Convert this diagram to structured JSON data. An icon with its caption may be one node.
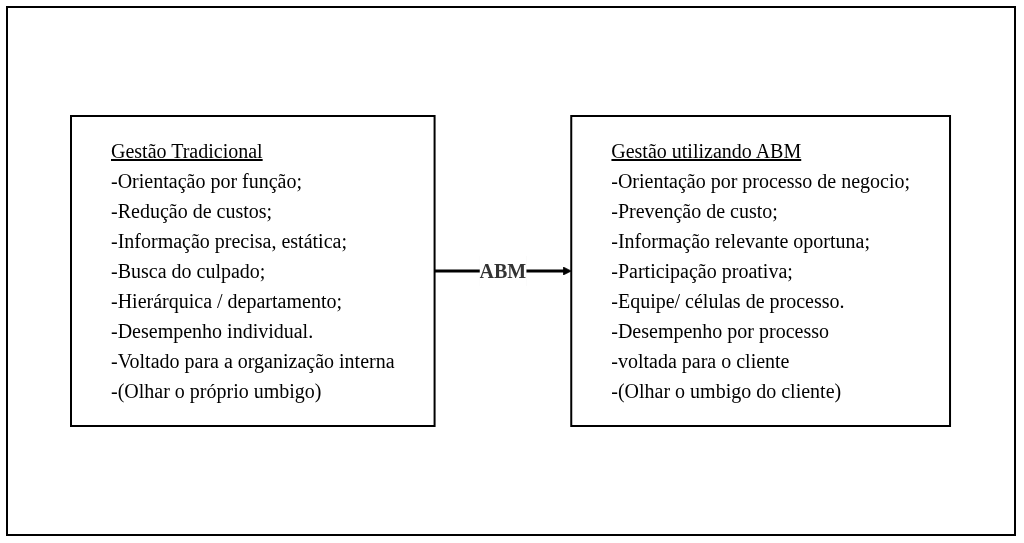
{
  "diagram": {
    "nodes": [
      {
        "text": [
          "Gestão Tradicional",
          "-Orientação por função;",
          "-Redução de custos;",
          "-Informação precisa, estática;",
          "-Busca do culpado;",
          "-Hierárquica / departamento;",
          "-Desempenho individual.",
          "-Voltado para a organização interna",
          "-(Olhar o próprio umbigo)"
        ]
      },
      {
        "text": [
          "Gestão utilizando ABM",
          "-Orientação por processo de negocio;",
          "-Prevenção de custo;",
          "-Informação relevante oportuna;",
          "-Participação proativa;",
          "-Equipe/ células de processo.",
          "-Desempenho por processo",
          "-voltada para o cliente",
          "-(Olhar o umbigo do cliente)"
        ]
      }
    ],
    "edges": [
      {
        "from": 0,
        "to": 1,
        "arrow": "to",
        "label": "ABM"
      }
    ]
  }
}
